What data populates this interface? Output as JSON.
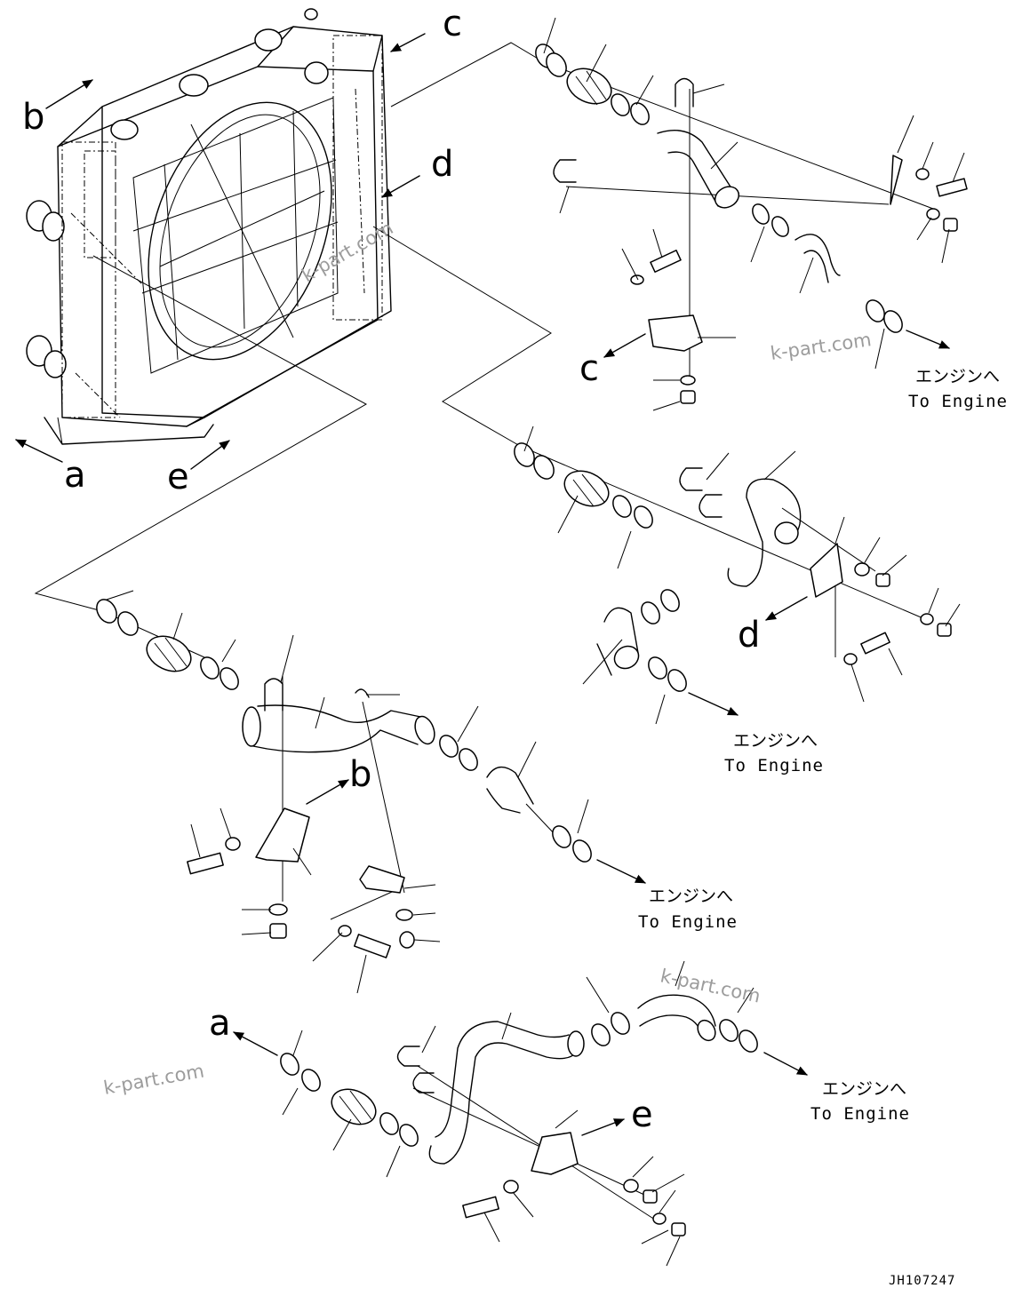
{
  "drawing": {
    "callouts": {
      "a": "a",
      "b": "b",
      "c": "c",
      "d": "d",
      "e": "e"
    },
    "destination": {
      "jp": "エンジンへ",
      "en": "To Engine"
    },
    "watermark": "k-part.com",
    "drawing_number": "JH107247"
  }
}
